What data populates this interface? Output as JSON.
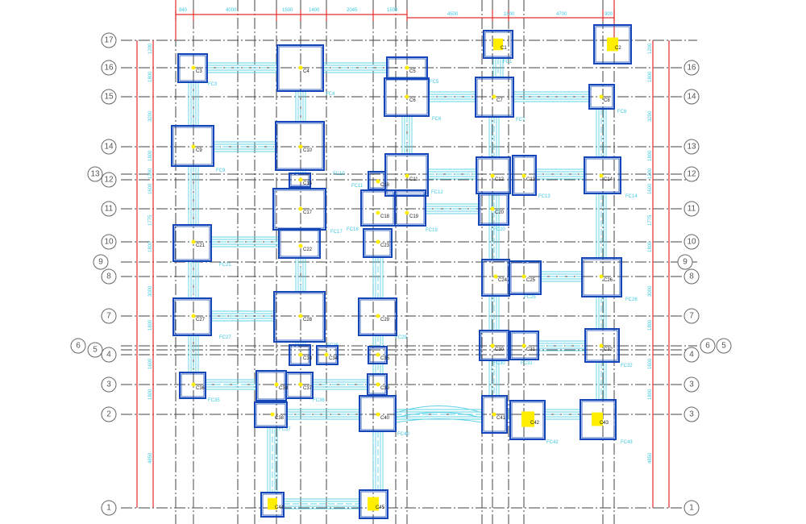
{
  "drawing": {
    "left_axis_labels": [
      "17",
      "16",
      "15",
      "14",
      "13",
      "12",
      "11",
      "10",
      "9",
      "8",
      "7",
      "6",
      "5",
      "4",
      "3",
      "2",
      "1"
    ],
    "right_axis_labels": [
      "16",
      "14",
      "13",
      "12",
      "11",
      "10",
      "9",
      "8",
      "7",
      "6",
      "5",
      "4",
      "3",
      "3",
      "1"
    ],
    "top_dimensions": [
      "840",
      "4000",
      "1500",
      "1400",
      "2045",
      "1500",
      "4500",
      "1500",
      "4700",
      "900"
    ],
    "left_dimensions": [
      "1200",
      "1800",
      "3200",
      "1800",
      "1200",
      "1600",
      "1775",
      "1800",
      "3000",
      "1800",
      "1600",
      "1800",
      "4850"
    ],
    "footings": [
      "C1",
      "C2",
      "C3",
      "C4",
      "C5",
      "C6",
      "C7",
      "C8",
      "C9",
      "C10",
      "C11",
      "C12",
      "C13",
      "C14",
      "C15",
      "C16",
      "C17",
      "C18",
      "C19",
      "C20",
      "C21",
      "C22",
      "C23",
      "C24",
      "C25",
      "C26",
      "C27",
      "C28",
      "C29",
      "C30",
      "C31",
      "C32",
      "C33",
      "C34",
      "C35",
      "C36",
      "C37",
      "C38",
      "C39",
      "C40",
      "C41",
      "C42",
      "C43",
      "C44",
      "C45",
      "C38"
    ],
    "beam_labels": [
      "FC1",
      "FC3",
      "FC4",
      "FC5",
      "FC6",
      "FC7",
      "FC8",
      "FC9",
      "FC10",
      "FC11",
      "FC12",
      "FC13",
      "FC14",
      "FC17",
      "FC18",
      "FC19",
      "FC20",
      "FC21",
      "FC25",
      "FC26",
      "FC27",
      "FC28",
      "FC29",
      "FC30",
      "FC31",
      "FC32",
      "FC35",
      "FC36",
      "FC37",
      "FC40",
      "FC42",
      "FC43"
    ],
    "colors": {
      "grid": "#444444",
      "dimension": "#e03030",
      "footing": "#1446b8",
      "beam": "#5fd3e6",
      "column": "#ffee00"
    }
  }
}
